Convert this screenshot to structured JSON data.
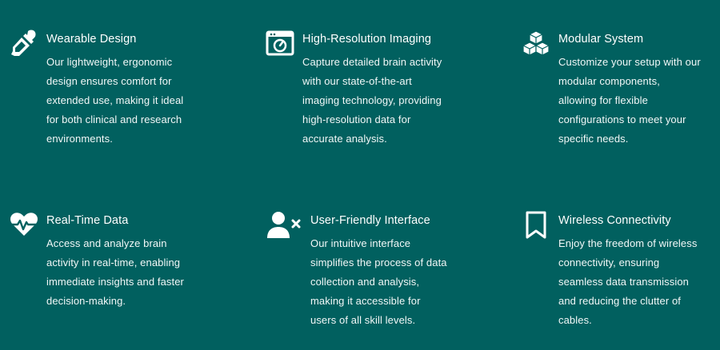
{
  "features": [
    {
      "icon": "eyedropper-icon",
      "title": "Wearable Design",
      "lines": [
        "Our lightweight, ergonomic",
        "design ensures comfort for",
        "extended use, making it ideal",
        "for both clinical and research",
        "environments."
      ]
    },
    {
      "icon": "camera-image-icon",
      "title": "High-Resolution Imaging",
      "lines": [
        "Capture detailed brain activity",
        "with our state-of-the-art",
        "imaging technology, providing",
        "high-resolution data for",
        "accurate analysis."
      ]
    },
    {
      "icon": "cubes-icon",
      "title": "Modular System",
      "lines": [
        "Customize your setup with our",
        "modular components,",
        "allowing for flexible",
        "configurations to meet your",
        "specific needs."
      ]
    },
    {
      "icon": "heart-pulse-icon",
      "title": "Real-Time Data",
      "lines": [
        "Access and analyze brain",
        "activity in real-time, enabling",
        "immediate insights and faster",
        "decision-making."
      ]
    },
    {
      "icon": "user-xmark-icon",
      "title": "User-Friendly Interface",
      "lines": [
        "Our intuitive interface",
        "simplifies the process of data",
        "collection and analysis,",
        "making it accessible for",
        "users of all skill levels."
      ]
    },
    {
      "icon": "bookmark-icon",
      "title": "Wireless Connectivity",
      "lines": [
        "Enjoy the freedom of wireless",
        "connectivity, ensuring",
        "seamless data transmission",
        "and reducing the clutter of",
        "cables."
      ]
    }
  ],
  "colors": {
    "background": "#01605f",
    "text": "#ffffff"
  }
}
